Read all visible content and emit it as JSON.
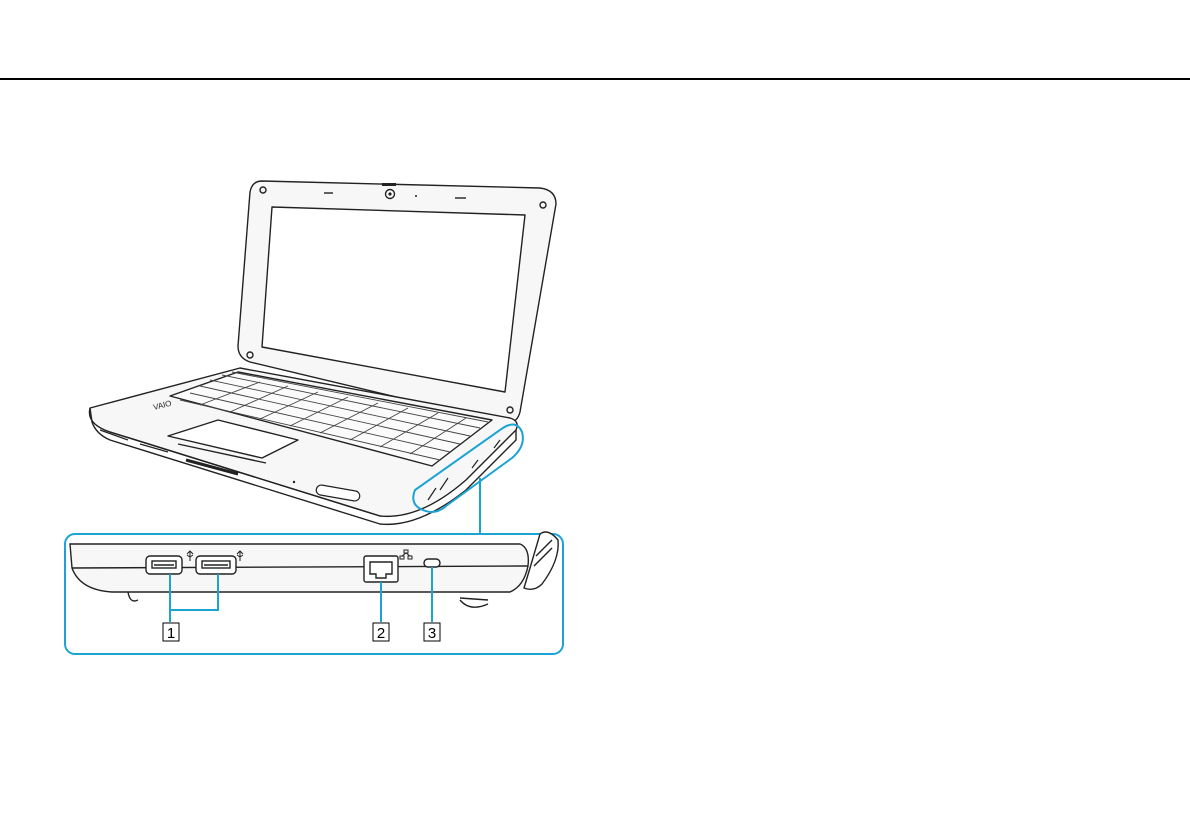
{
  "page": {
    "background": "#ffffff",
    "rule_color": "#000000"
  },
  "figure": {
    "highlight_color": "#1aa3d4",
    "callouts": [
      {
        "number": "1",
        "target": "usb-ports"
      },
      {
        "number": "2",
        "target": "network-port"
      },
      {
        "number": "3",
        "target": "security-slot"
      }
    ],
    "icons": [
      "usb-icon",
      "usb-icon",
      "network-icon"
    ]
  }
}
